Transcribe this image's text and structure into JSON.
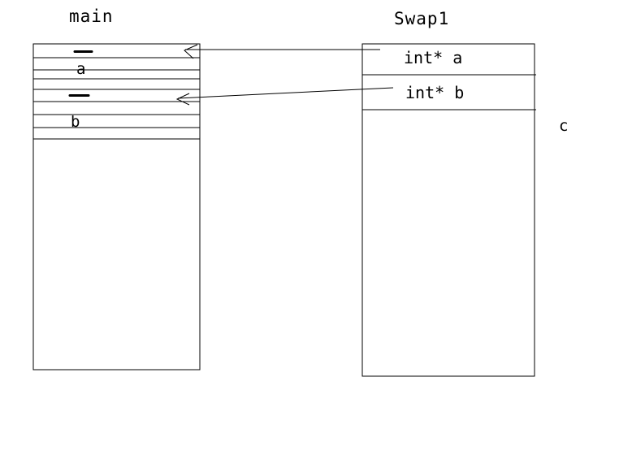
{
  "diagram": {
    "main_frame": {
      "title": "main",
      "var_a": "a",
      "var_b": "b"
    },
    "swap_frame": {
      "title": "Swap1",
      "cell_a": "int* a",
      "cell_b": "int* b"
    },
    "stray_label": "c"
  }
}
